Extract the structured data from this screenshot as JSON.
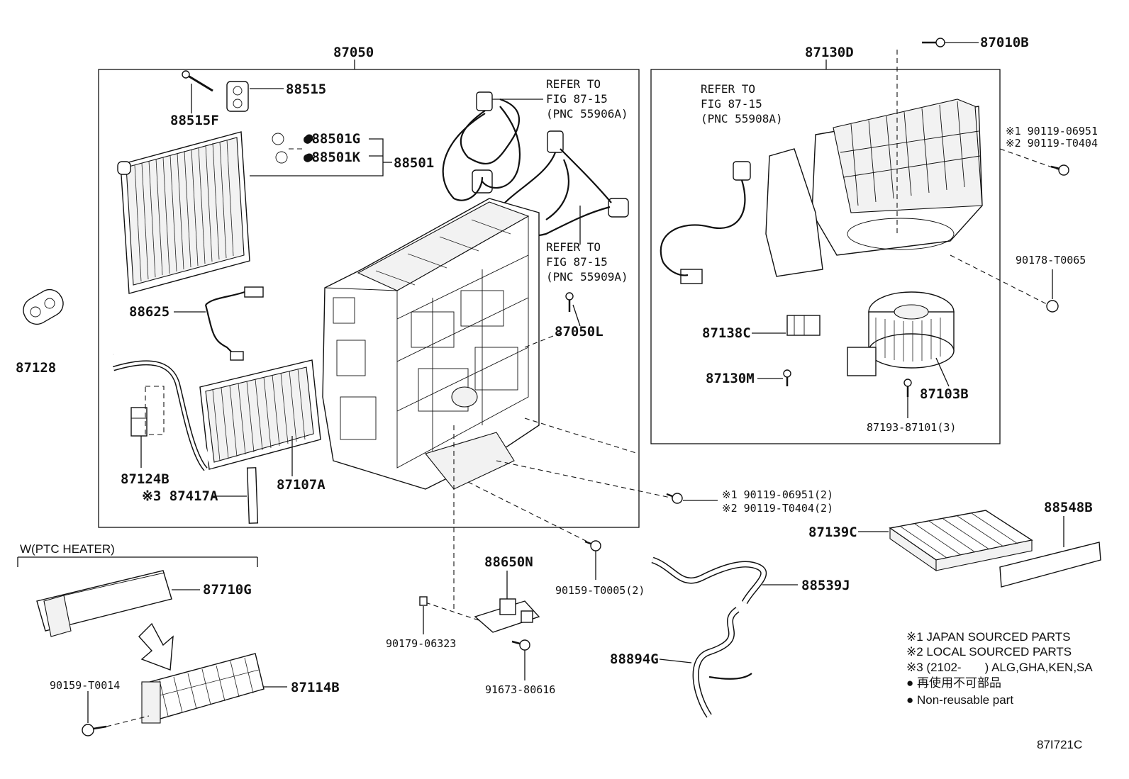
{
  "labels": {
    "assembly_87050": "87050",
    "assembly_87130D": "87130D",
    "p87010B": "87010B",
    "p88515": "88515",
    "p88515F": "88515F",
    "p88501G": "●88501G",
    "p88501K": "●88501K",
    "p88501": "88501",
    "p88625": "88625",
    "p87128": "87128",
    "p87124B": "87124B",
    "p87417A": "※3 87417A",
    "p87107A": "87107A",
    "p87050L": "87050L",
    "p87138C": "87138C",
    "p87130M": "87130M",
    "p87103B": "87103B",
    "p87193": "87193-87101(3)",
    "p90178": "90178-T0065",
    "p90119_top_1": "※1 90119-06951",
    "p90119_top_2": "※2 90119-T0404",
    "p90119_mid_1": "※1 90119-06951(2)",
    "p90119_mid_2": "※2 90119-T0404(2)",
    "p88548B": "88548B",
    "p87139C": "87139C",
    "p88650N": "88650N",
    "p90159_T0005": "90159-T0005(2)",
    "p88539J": "88539J",
    "p88894G": "88894G",
    "p90179": "90179-06323",
    "p91673": "91673-80616",
    "p87710G": "87710G",
    "p87114B": "87114B",
    "p90159_T0014": "90159-T0014",
    "ptc_heater": "W(PTC HEATER)",
    "diagram_code": "87I721C"
  },
  "refers": {
    "ref1": [
      "REFER TO",
      "FIG 87-15",
      "(PNC 55906A)"
    ],
    "ref2": [
      "REFER TO",
      "FIG 87-15",
      "(PNC 55909A)"
    ],
    "ref3": [
      "REFER TO",
      "FIG 87-15",
      "(PNC 55908A)"
    ]
  },
  "legend": {
    "note1": "※1 JAPAN SOURCED PARTS",
    "note2": "※2 LOCAL SOURCED PARTS",
    "note3": "※3 (2102-       ) ALG,GHA,KEN,SA",
    "note4": "● 再使用不可部品",
    "note5": "● Non-reusable part"
  }
}
